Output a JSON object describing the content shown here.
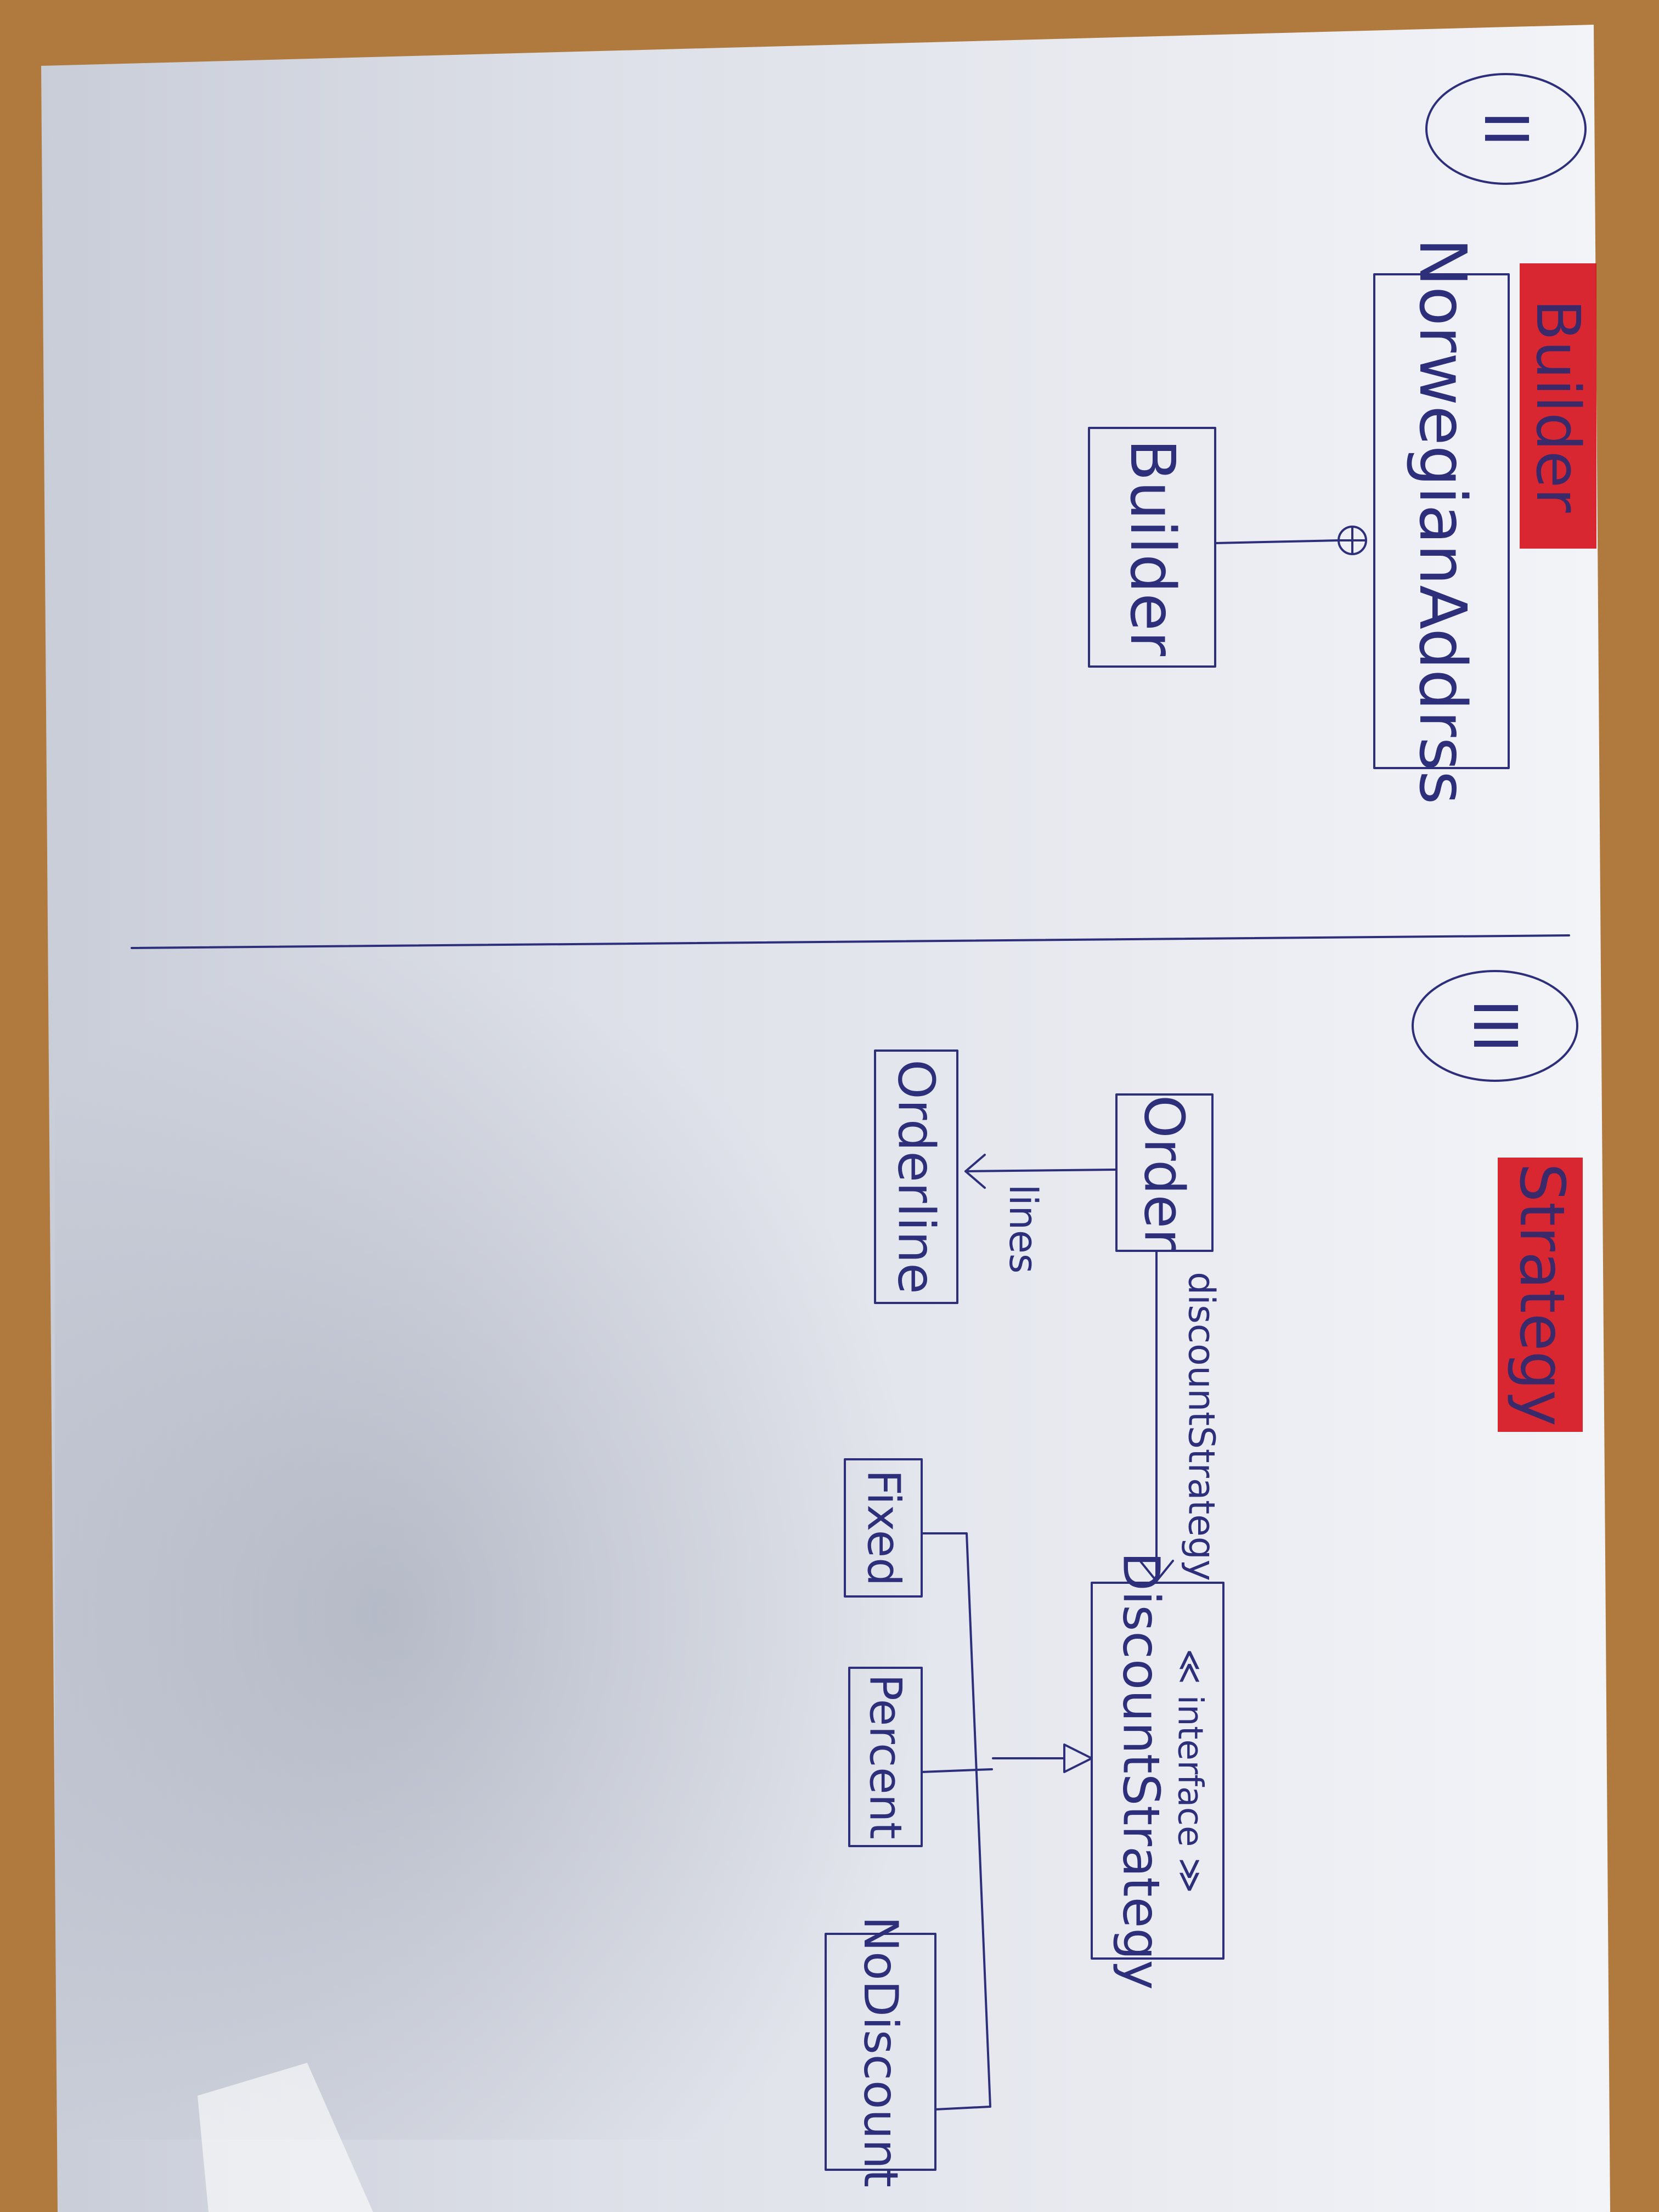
{
  "section_ii": {
    "number": "II",
    "highlight_label": "Builder",
    "outer_class": "NorwegianAddrss",
    "inner_class": "Builder"
  },
  "section_iii": {
    "number": "III",
    "highlight_label": "Strategy",
    "order": "Order",
    "orderline": "Orderline",
    "lines_label": "lines",
    "strategy_assoc_label": "discountStrategy",
    "interface_stereotype": "≪ interface ≫",
    "interface_name": "DiscountStrategy",
    "impl_fixed": "Fixed",
    "impl_percent": "Percent",
    "impl_nodiscount": "NoDiscount"
  },
  "colors": {
    "ink": "#2e2f7a",
    "highlighter": "#d6111c",
    "paper": "#eef0f6",
    "desk": "#b07a3e"
  }
}
